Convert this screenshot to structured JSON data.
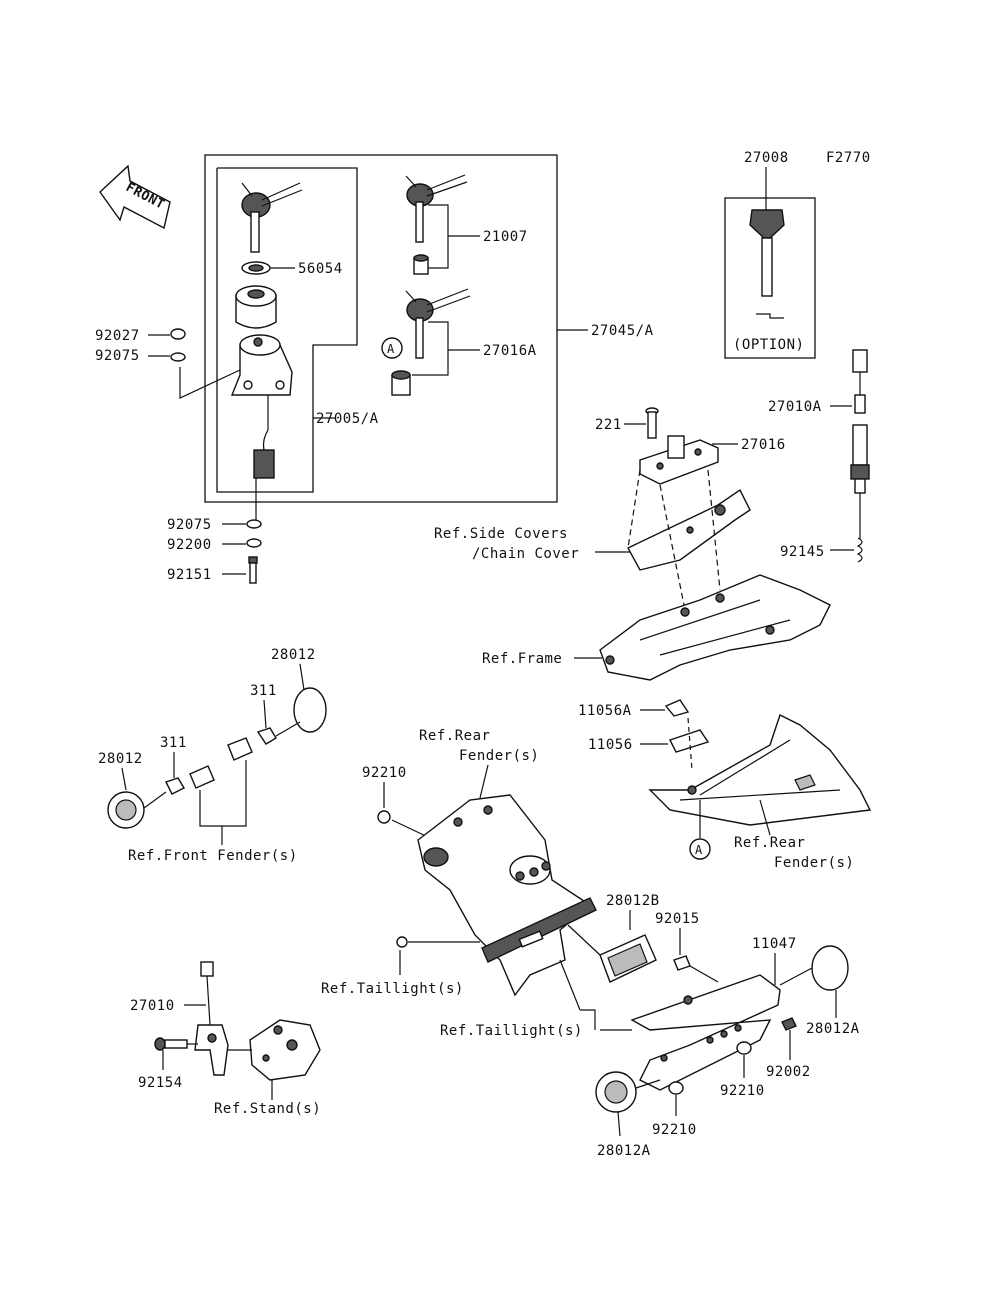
{
  "figure_code": "F2770",
  "front_label": "FRONT",
  "labels": {
    "p27008": "27008",
    "option": "(OPTION)",
    "p21007": "21007",
    "p56054": "56054",
    "p92027": "92027",
    "p92075a": "92075",
    "p27045": "27045/A",
    "p27016A": "27016A",
    "p27005": "27005/A",
    "p27010A": "27010A",
    "p221": "221",
    "p27016": "27016",
    "p92075b": "92075",
    "p92200": "92200",
    "p92151": "92151",
    "ref_side_covers": "Ref.Side Covers",
    "chain_cover": "/Chain Cover",
    "p92145": "92145",
    "ref_frame": "Ref.Frame",
    "p28012a": "28012",
    "p311a": "311",
    "p311b": "311",
    "p28012b": "28012",
    "p11056A": "11056A",
    "p11056": "11056",
    "ref_rear_fender_1a": "Ref.Rear",
    "ref_rear_fender_1b": "Fender(s)",
    "p92210a": "92210",
    "ref_rear_fender_2a": "Ref.Rear",
    "ref_rear_fender_2b": "Fender(s)",
    "ref_front_fender": "Ref.Front Fender(s)",
    "p28012B": "28012B",
    "p92015": "92015",
    "p11047": "11047",
    "ref_taillight_1": "Ref.Taillight(s)",
    "ref_taillight_2": "Ref.Taillight(s)",
    "p28012A_r": "28012A",
    "p92002": "92002",
    "p27010": "27010",
    "p92154": "92154",
    "ref_stand": "Ref.Stand(s)",
    "p92210b": "92210",
    "p92210c": "92210",
    "p28012A_b": "28012A",
    "callout_a": "A"
  }
}
